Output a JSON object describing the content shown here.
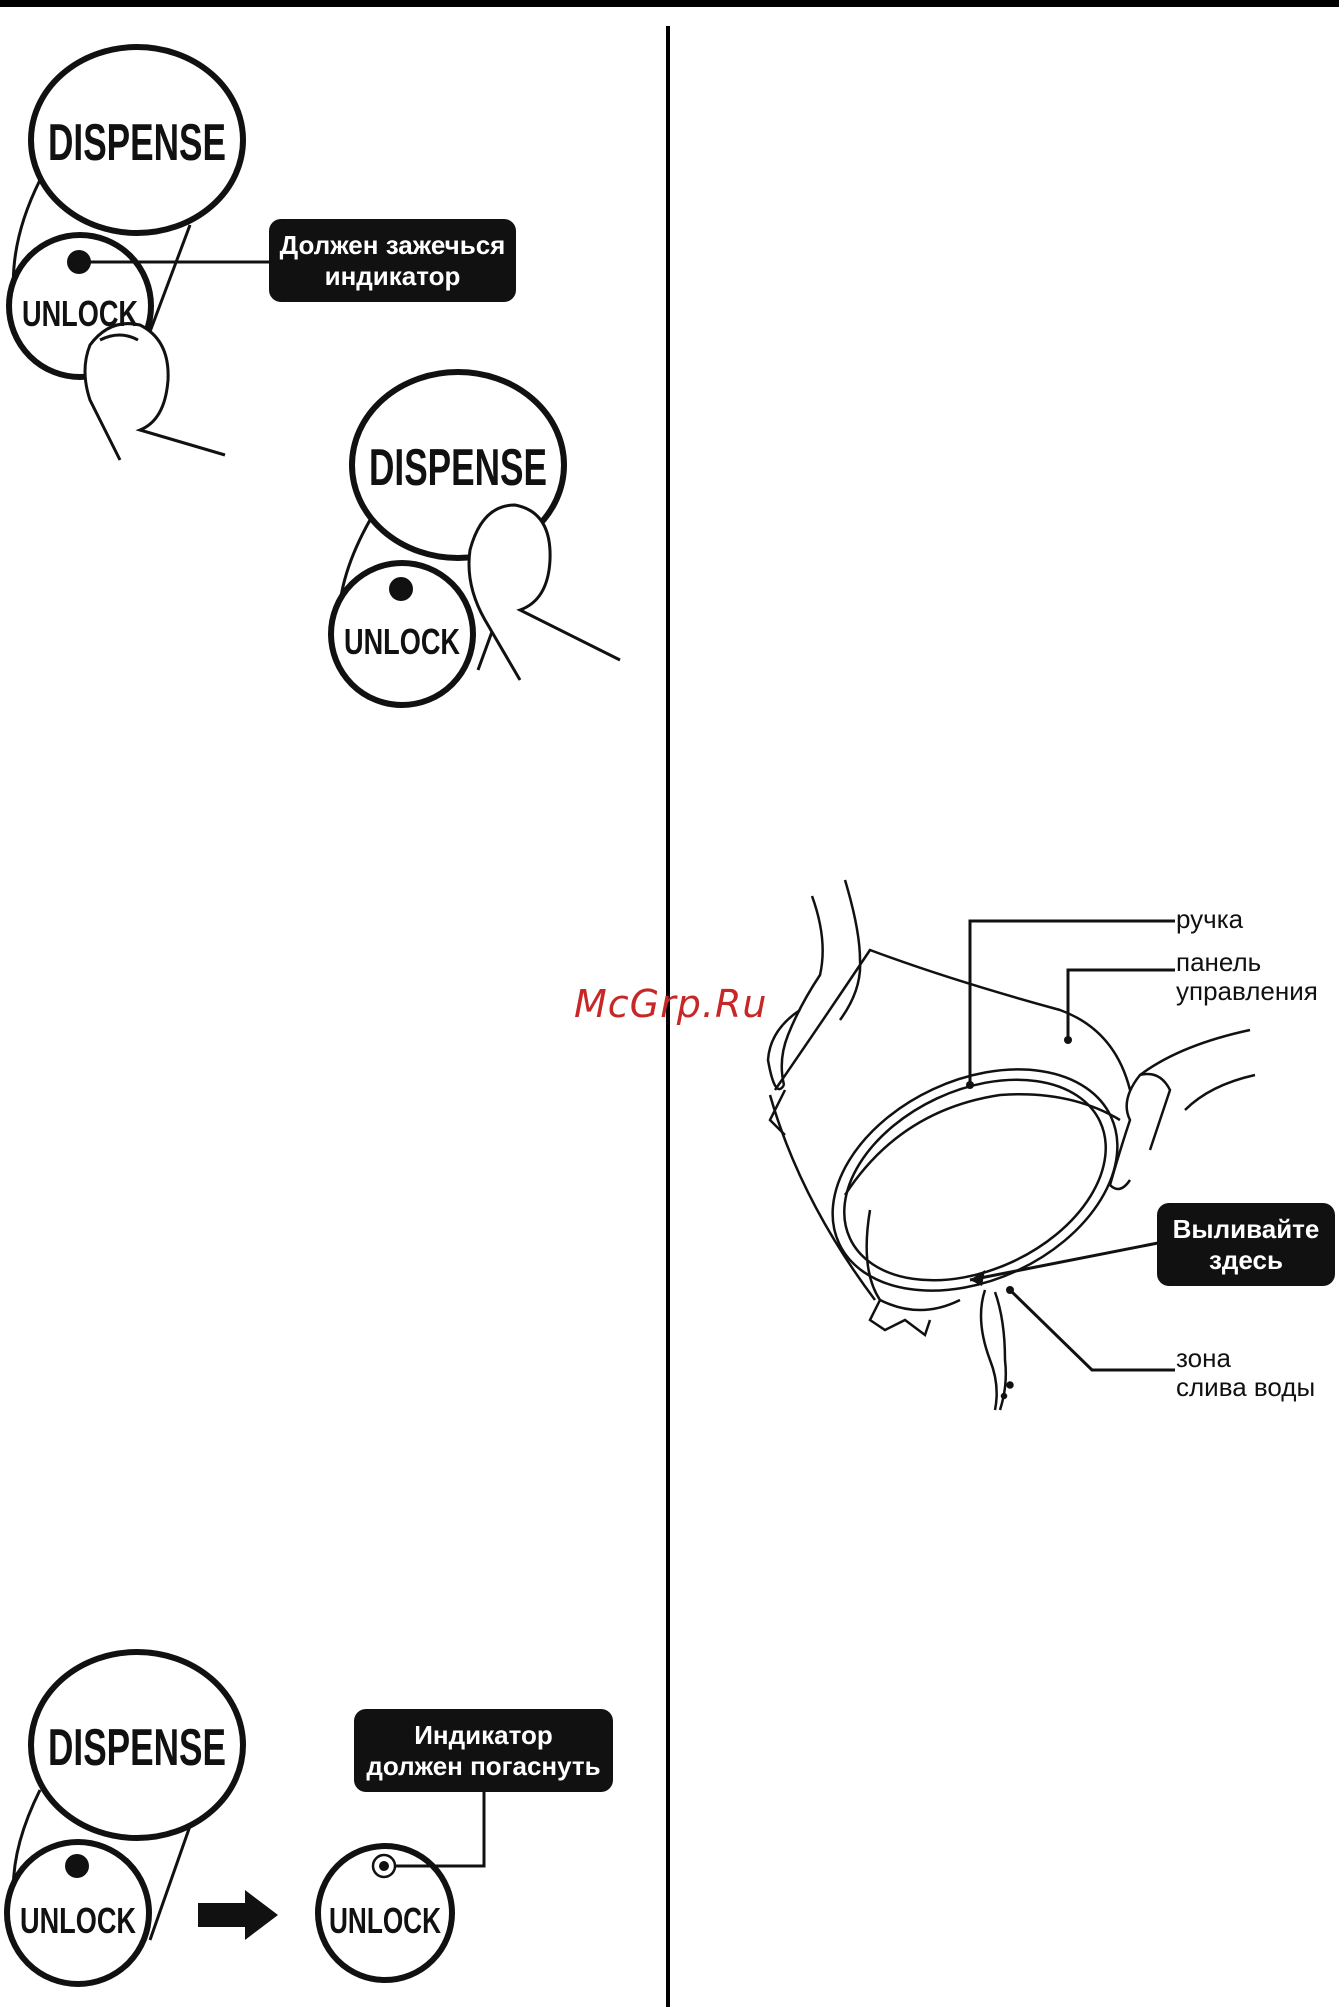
{
  "buttons": {
    "dispense": "DISPENSE",
    "unlock": "UNLOCK"
  },
  "callouts": {
    "indicator_on": [
      "Должен зажечься",
      "индикатор"
    ],
    "indicator_off": [
      "Индикатор",
      "должен погаснуть"
    ],
    "pour_here": [
      "Выливайте",
      "здесь"
    ]
  },
  "labels": {
    "handle": "ручка",
    "control_panel": [
      "панель",
      "управления"
    ],
    "drain_zone": [
      "зона",
      "слива воды"
    ]
  },
  "watermark": "McGrp.Ru",
  "colors": {
    "ink": "#111111",
    "watermark": "#c62828",
    "background": "#ffffff"
  }
}
